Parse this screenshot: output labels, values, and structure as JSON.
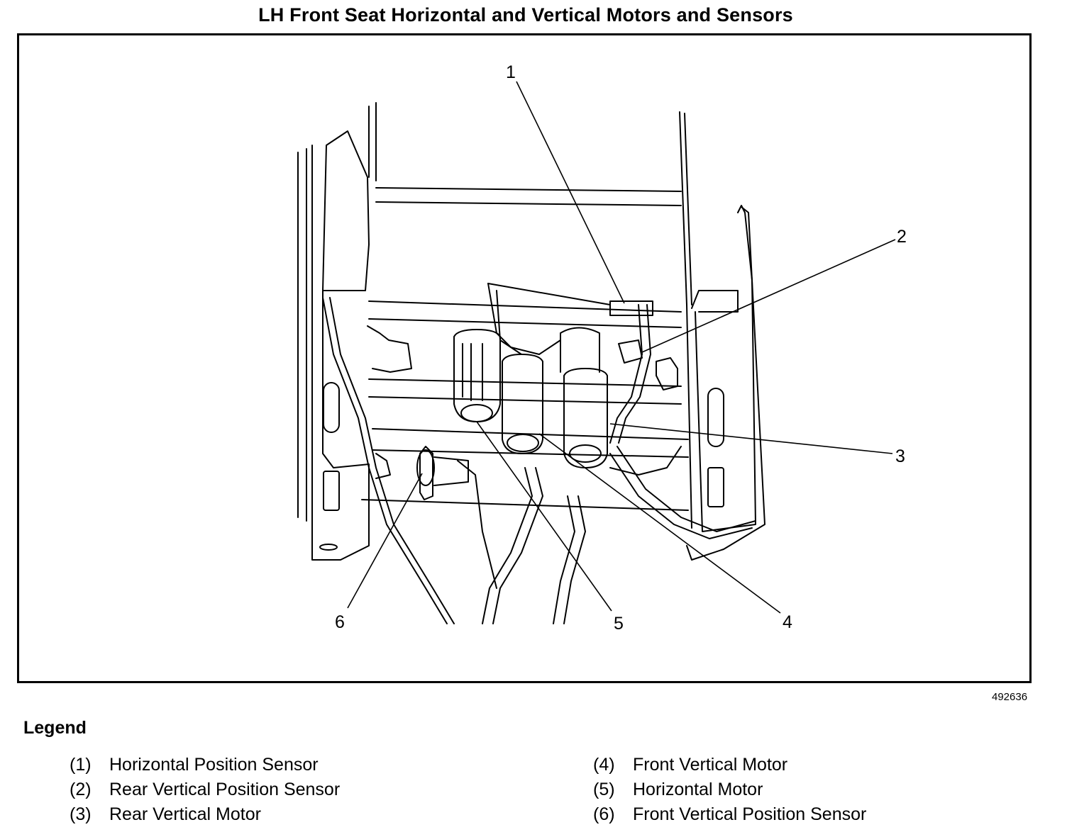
{
  "title": "LH Front Seat Horizontal and Vertical Motors and Sensors",
  "figure_id": "492636",
  "legend": {
    "heading": "Legend",
    "items": [
      {
        "num": "(1)",
        "label": "Horizontal Position Sensor"
      },
      {
        "num": "(2)",
        "label": "Rear Vertical Position Sensor"
      },
      {
        "num": "(3)",
        "label": "Rear Vertical Motor"
      },
      {
        "num": "(4)",
        "label": "Front Vertical Motor"
      },
      {
        "num": "(5)",
        "label": "Horizontal Motor"
      },
      {
        "num": "(6)",
        "label": "Front Vertical Position Sensor"
      }
    ]
  },
  "callouts": [
    "1",
    "2",
    "3",
    "4",
    "5",
    "6"
  ]
}
